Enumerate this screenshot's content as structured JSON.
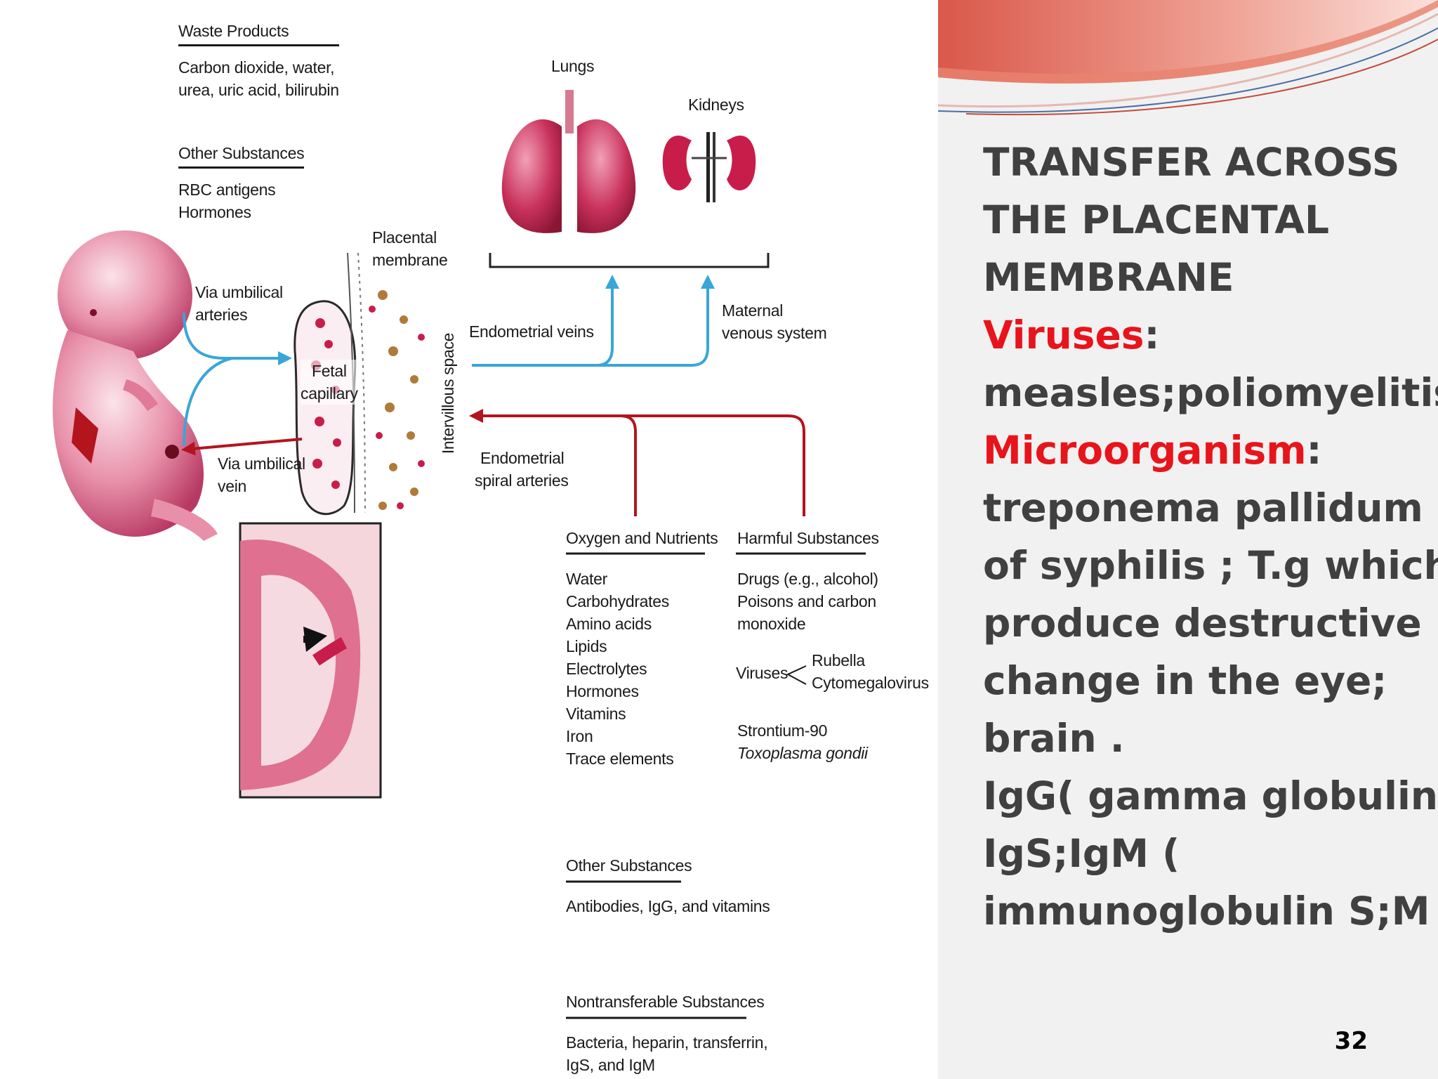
{
  "slide": {
    "title_lines": [
      "TRANSFER ACROSS",
      "THE PLACENTAL",
      "MEMBRANE"
    ],
    "viruses_label": "Viruses",
    "viruses_colon": ":",
    "viruses_text": "measles;poliomyelitis",
    "micro_label": "Microorganism",
    "micro_colon": ":",
    "micro_lines": [
      "treponema pallidum",
      "of syphilis ; T.g which",
      "produce destructive",
      "change in the eye;",
      "brain ."
    ],
    "igg_lines": [
      "IgG( gamma globulin) ,",
      "IgS;IgM (",
      "immunoglobulin S;M )"
    ],
    "page_number": "32",
    "accent_color": "#e8141b",
    "text_color": "#404040"
  },
  "diagram": {
    "waste": {
      "header": "Waste Products",
      "lines": [
        "Carbon dioxide, water,",
        "urea, uric acid, bilirubin"
      ]
    },
    "other_top": {
      "header": "Other Substances",
      "lines": [
        "RBC antigens",
        "Hormones"
      ]
    },
    "lungs": "Lungs",
    "kidneys": "Kidneys",
    "placental_membrane": [
      "Placental",
      "membrane"
    ],
    "via_umbilical_arteries": [
      "Via umbilical",
      "arteries"
    ],
    "fetal_capillary": [
      "Fetal",
      "capillary"
    ],
    "via_umbilical_vein": [
      "Via umbilical",
      "vein"
    ],
    "intervillous_space": "Intervillous space",
    "endometrial_veins": "Endometrial veins",
    "maternal_venous": [
      "Maternal",
      "venous system"
    ],
    "endometrial_spiral": [
      "Endometrial",
      "spiral arteries"
    ],
    "oxygen": {
      "header": "Oxygen and Nutrients",
      "items": [
        "Water",
        "Carbohydrates",
        "Amino acids",
        "Lipids",
        "Electrolytes",
        "Hormones",
        "Vitamins",
        "Iron",
        "Trace elements"
      ]
    },
    "harmful": {
      "header": "Harmful Substances",
      "lines": [
        "Drugs (e.g., alcohol)",
        "Poisons and carbon",
        "monoxide"
      ],
      "viruses_word": "Viruses",
      "virus_list": [
        "Rubella",
        "Cytomegalovirus"
      ],
      "extra": [
        "Strontium-90"
      ],
      "italic": "Toxoplasma gondii"
    },
    "other_bottom": {
      "header": "Other Substances",
      "lines": [
        "Antibodies, IgG, and vitamins"
      ]
    },
    "nontransfer": {
      "header": "Nontransferable Substances",
      "lines": [
        "Bacteria, heparin, transferrin,",
        "IgS, and IgM"
      ]
    },
    "icons": {
      "lungs": "lungs-icon",
      "kidneys": "kidneys-icon",
      "fetus": "fetus-illustration",
      "villus": "villus-illustration",
      "micrograph": "histology-micrograph"
    },
    "colors": {
      "blue_arrow": "#3aa5d8",
      "red_arrow": "#b3141e",
      "tissue": "#c81d4a"
    }
  }
}
